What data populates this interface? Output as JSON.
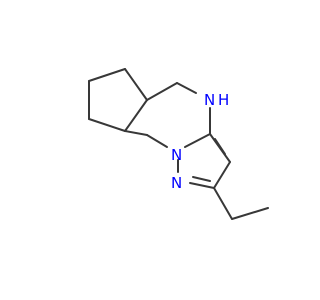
{
  "colors": {
    "background": "#ffffff",
    "bond": "#383838",
    "nitrogen": "#0000ff"
  },
  "atoms": {
    "nh_symbol": "N",
    "nh_hydrogen": "H",
    "bridgehead_n_symbol": "N",
    "pyrazole_n_symbol": "N"
  }
}
